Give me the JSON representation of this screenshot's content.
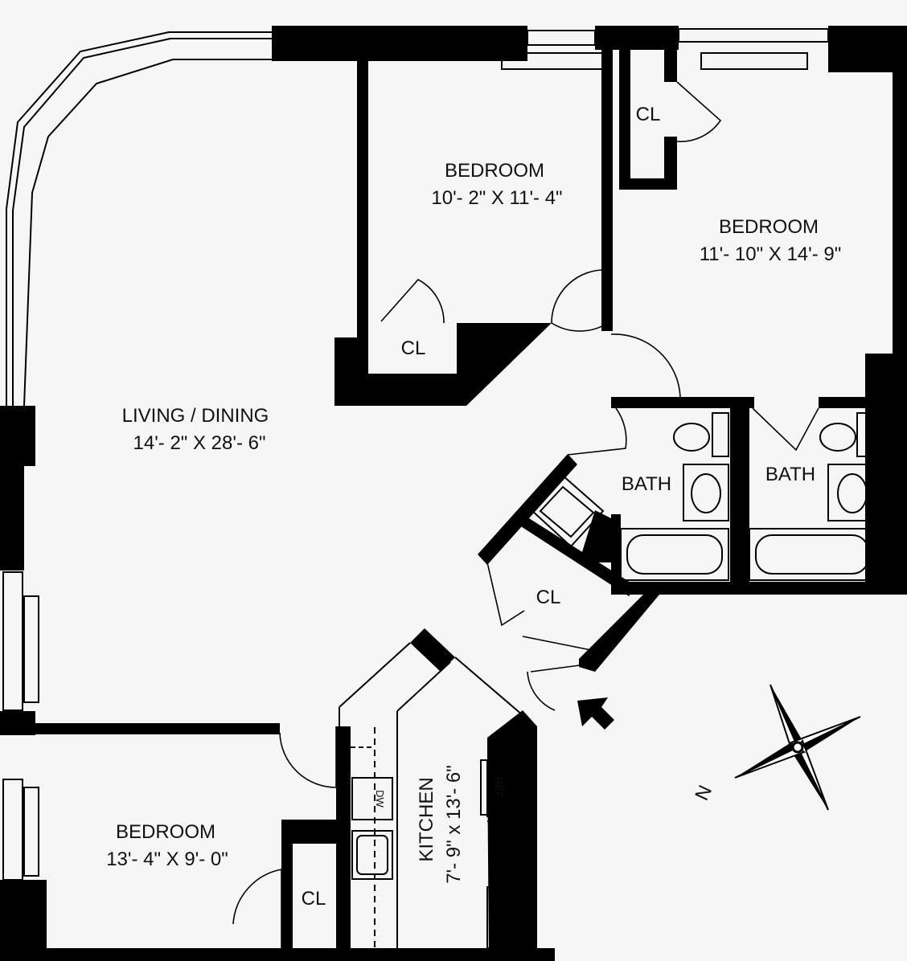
{
  "rooms": {
    "bedroom_top_middle": {
      "name": "BEDROOM",
      "dims": "10'- 2\" X 11'- 4\""
    },
    "bedroom_top_right": {
      "name": "BEDROOM",
      "dims": "11'- 10\" X 14'- 9\""
    },
    "living_dining": {
      "name": "LIVING / DINING",
      "dims": "14'- 2\" X 28'- 6\""
    },
    "bedroom_bottom_left": {
      "name": "BEDROOM",
      "dims": "13'- 4\" X 9'- 0\""
    },
    "kitchen": {
      "name": "KITCHEN",
      "dims": "7'- 9\" x 13'- 6\""
    },
    "bath_left": {
      "name": "BATH"
    },
    "bath_right": {
      "name": "BATH"
    }
  },
  "closets": {
    "cl_top_right": "CL",
    "cl_top_middle": "CL",
    "cl_hall": "CL",
    "cl_bottom": "CL"
  },
  "appliances": {
    "dishwasher": "DW",
    "refrigerator": "REF"
  },
  "compass": {
    "north_label": "N"
  }
}
